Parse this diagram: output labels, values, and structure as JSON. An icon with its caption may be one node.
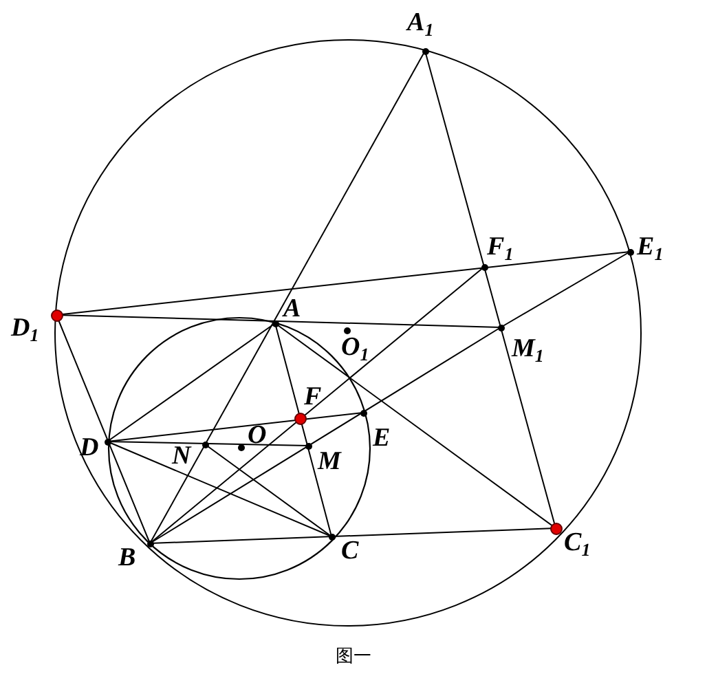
{
  "diagram": {
    "caption": "图一",
    "nodes": [
      {
        "text": [
          "A$_{1}$"
        ]
      },
      {
        "text": [
          "E$_{1}$"
        ]
      },
      {
        "text": [
          "F$_{1}$"
        ]
      },
      {
        "text": [
          "D$_{1}$"
        ]
      },
      {
        "text": [
          "A"
        ]
      },
      {
        "text": [
          "O$_{1}$"
        ]
      },
      {
        "text": [
          "M$_{1}$"
        ]
      },
      {
        "text": [
          "F"
        ]
      },
      {
        "text": [
          "E"
        ]
      },
      {
        "text": [
          "D"
        ]
      },
      {
        "text": [
          "N"
        ]
      },
      {
        "text": [
          "O"
        ]
      },
      {
        "text": [
          "M"
        ]
      },
      {
        "text": [
          "B"
        ]
      },
      {
        "text": [
          "C"
        ]
      },
      {
        "text": [
          "C$_{1}$"
        ]
      }
    ],
    "edges": [
      {
        "from": 0,
        "to": 13,
        "arrow": "none"
      },
      {
        "from": 0,
        "to": 15,
        "arrow": "none"
      },
      {
        "from": 3,
        "to": 1,
        "arrow": "none"
      },
      {
        "from": 3,
        "to": 6,
        "arrow": "none"
      },
      {
        "from": 3,
        "to": 13,
        "arrow": "none"
      },
      {
        "from": 13,
        "to": 15,
        "arrow": "none"
      },
      {
        "from": 4,
        "to": 15,
        "arrow": "none"
      },
      {
        "from": 4,
        "to": 14,
        "arrow": "none"
      },
      {
        "from": 9,
        "to": 8,
        "arrow": "none"
      },
      {
        "from": 9,
        "to": 12,
        "arrow": "none"
      },
      {
        "from": 9,
        "to": 14,
        "arrow": "none"
      },
      {
        "from": 4,
        "to": 9,
        "arrow": "none"
      },
      {
        "from": 10,
        "to": 14,
        "arrow": "none"
      },
      {
        "from": 13,
        "to": 2,
        "arrow": "none"
      },
      {
        "from": 13,
        "to": 6,
        "arrow": "none"
      },
      {
        "from": 1,
        "to": 6,
        "arrow": "none"
      }
    ]
  }
}
